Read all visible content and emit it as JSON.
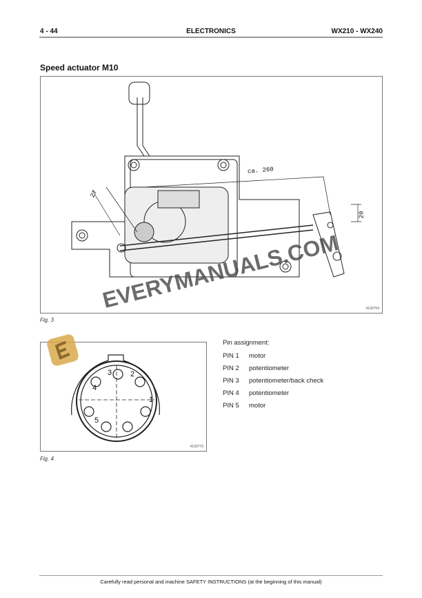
{
  "header": {
    "page_number": "4 - 44",
    "section": "ELECTRONICS",
    "models": "WX210 - WX240"
  },
  "title": "Speed actuator M10",
  "figure3": {
    "caption": "Fig. 3",
    "number": "4100754",
    "dims": {
      "length": "ca. 260",
      "left": "27",
      "right": "20"
    }
  },
  "figure4": {
    "caption": "Fig. 4",
    "number": "4100770",
    "pin_labels": [
      "1",
      "2",
      "3",
      "4",
      "5"
    ]
  },
  "pin_assignment": {
    "heading": "Pin assignment:",
    "pins": [
      {
        "pin": "PIN 1",
        "function": "motor"
      },
      {
        "pin": "PIN 2",
        "function": "potentiometer"
      },
      {
        "pin": "PIN 3",
        "function": "potentiometer/back check"
      },
      {
        "pin": "PIN 4",
        "function": "potentiometer"
      },
      {
        "pin": "PIN 5",
        "function": "motor"
      }
    ]
  },
  "watermark": "EVERYMANUALS.COM",
  "footer": "Carefully read personal and machine SAFETY INSTRUCTIONS (at the beginning of this manual)"
}
